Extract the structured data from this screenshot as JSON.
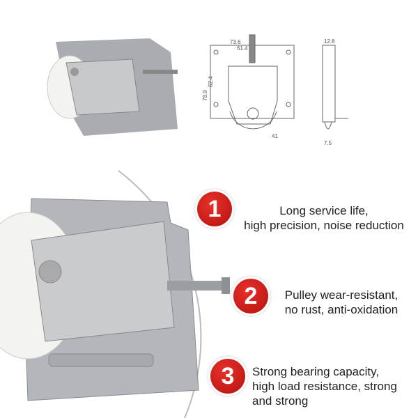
{
  "drawing": {
    "dimensions": [
      "73.6",
      "61.4",
      "78.9",
      "62.4",
      "41",
      "12.8",
      "7.5"
    ]
  },
  "features": [
    {
      "number": "1",
      "lines": [
        "Long service life,",
        "high precision, noise reduction"
      ]
    },
    {
      "number": "2",
      "lines": [
        "Pulley wear-resistant,",
        "no rust, anti-oxidation"
      ]
    },
    {
      "number": "3",
      "lines": [
        "Strong bearing capacity,",
        "high load resistance, strong",
        "and strong"
      ]
    }
  ],
  "colors": {
    "badge": "#c8181a",
    "metal": "#b9bcc0",
    "wheel": "#f2f2ee"
  }
}
